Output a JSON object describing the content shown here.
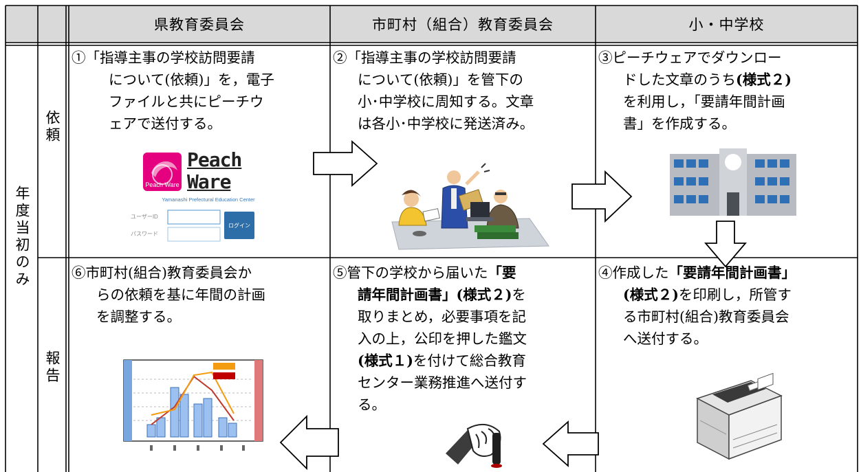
{
  "header": {
    "col1": "県教育委員会",
    "col2": "市町村（組合）教育委員会",
    "col3": "小・中学校"
  },
  "row_label": "年度当初のみ",
  "phases": {
    "request": "依頼",
    "report": "報告"
  },
  "cells": {
    "step1": [
      "①「指導主事の学校訪問要請",
      "について(依頼)」を，電子",
      "ファイルと共にピーチウ",
      "ェアで送付する。"
    ],
    "step2": [
      "②「指導主事の学校訪問要請",
      "について(依頼)」を管下の",
      "小･中学校に周知する。文章",
      "は各小･中学校に発送済み。"
    ],
    "step3": [
      "③ピーチウェアでダウンロー",
      "ドした文章のうち",
      "(様式２)",
      "を利用し，「要請年間計画",
      "書」を作成する。"
    ],
    "step4": [
      "④作成した",
      "「要請年間計画書」",
      "(様式２)",
      "を印刷し，所管す",
      "る市町村(組合)教育委員会",
      "へ送付する。"
    ],
    "step5": [
      "⑤管下の学校から届いた",
      "「要",
      "請年間計画書」(様式２)",
      "を",
      "取りまとめ，必要事項を記",
      "入の上，公印を押した鑑文",
      "(様式１)",
      "を付けて総合教育",
      "センター業務推進へ送付す",
      "る。"
    ],
    "step6": [
      "⑥市町村(組合)教育委員会か",
      "らの依頼を基に年間の計画",
      "を調整する。"
    ]
  },
  "peachware": {
    "brand_line1": "Peach",
    "brand_line2": "Ware",
    "logo_text": "Peach Ware",
    "subtitle": "Yamanashi Prefectural Education Center",
    "user_label": "ユーザーID",
    "password_label": "パスワード",
    "login_button": "ログイン",
    "accent_color": "#e4007f",
    "button_color": "#2d6ea8"
  },
  "icons": {
    "meeting": "meeting-illustration",
    "school": "school-building-icon",
    "printer": "printer-icon",
    "stamp": "seal-stamp-hand-icon",
    "chart": "chart-document-icon"
  },
  "colors": {
    "header_bg": "#d9d9d9",
    "arrow_fill": "#ffffff",
    "school_blue": "#2f6fb6",
    "school_gray": "#b8bcc2"
  }
}
